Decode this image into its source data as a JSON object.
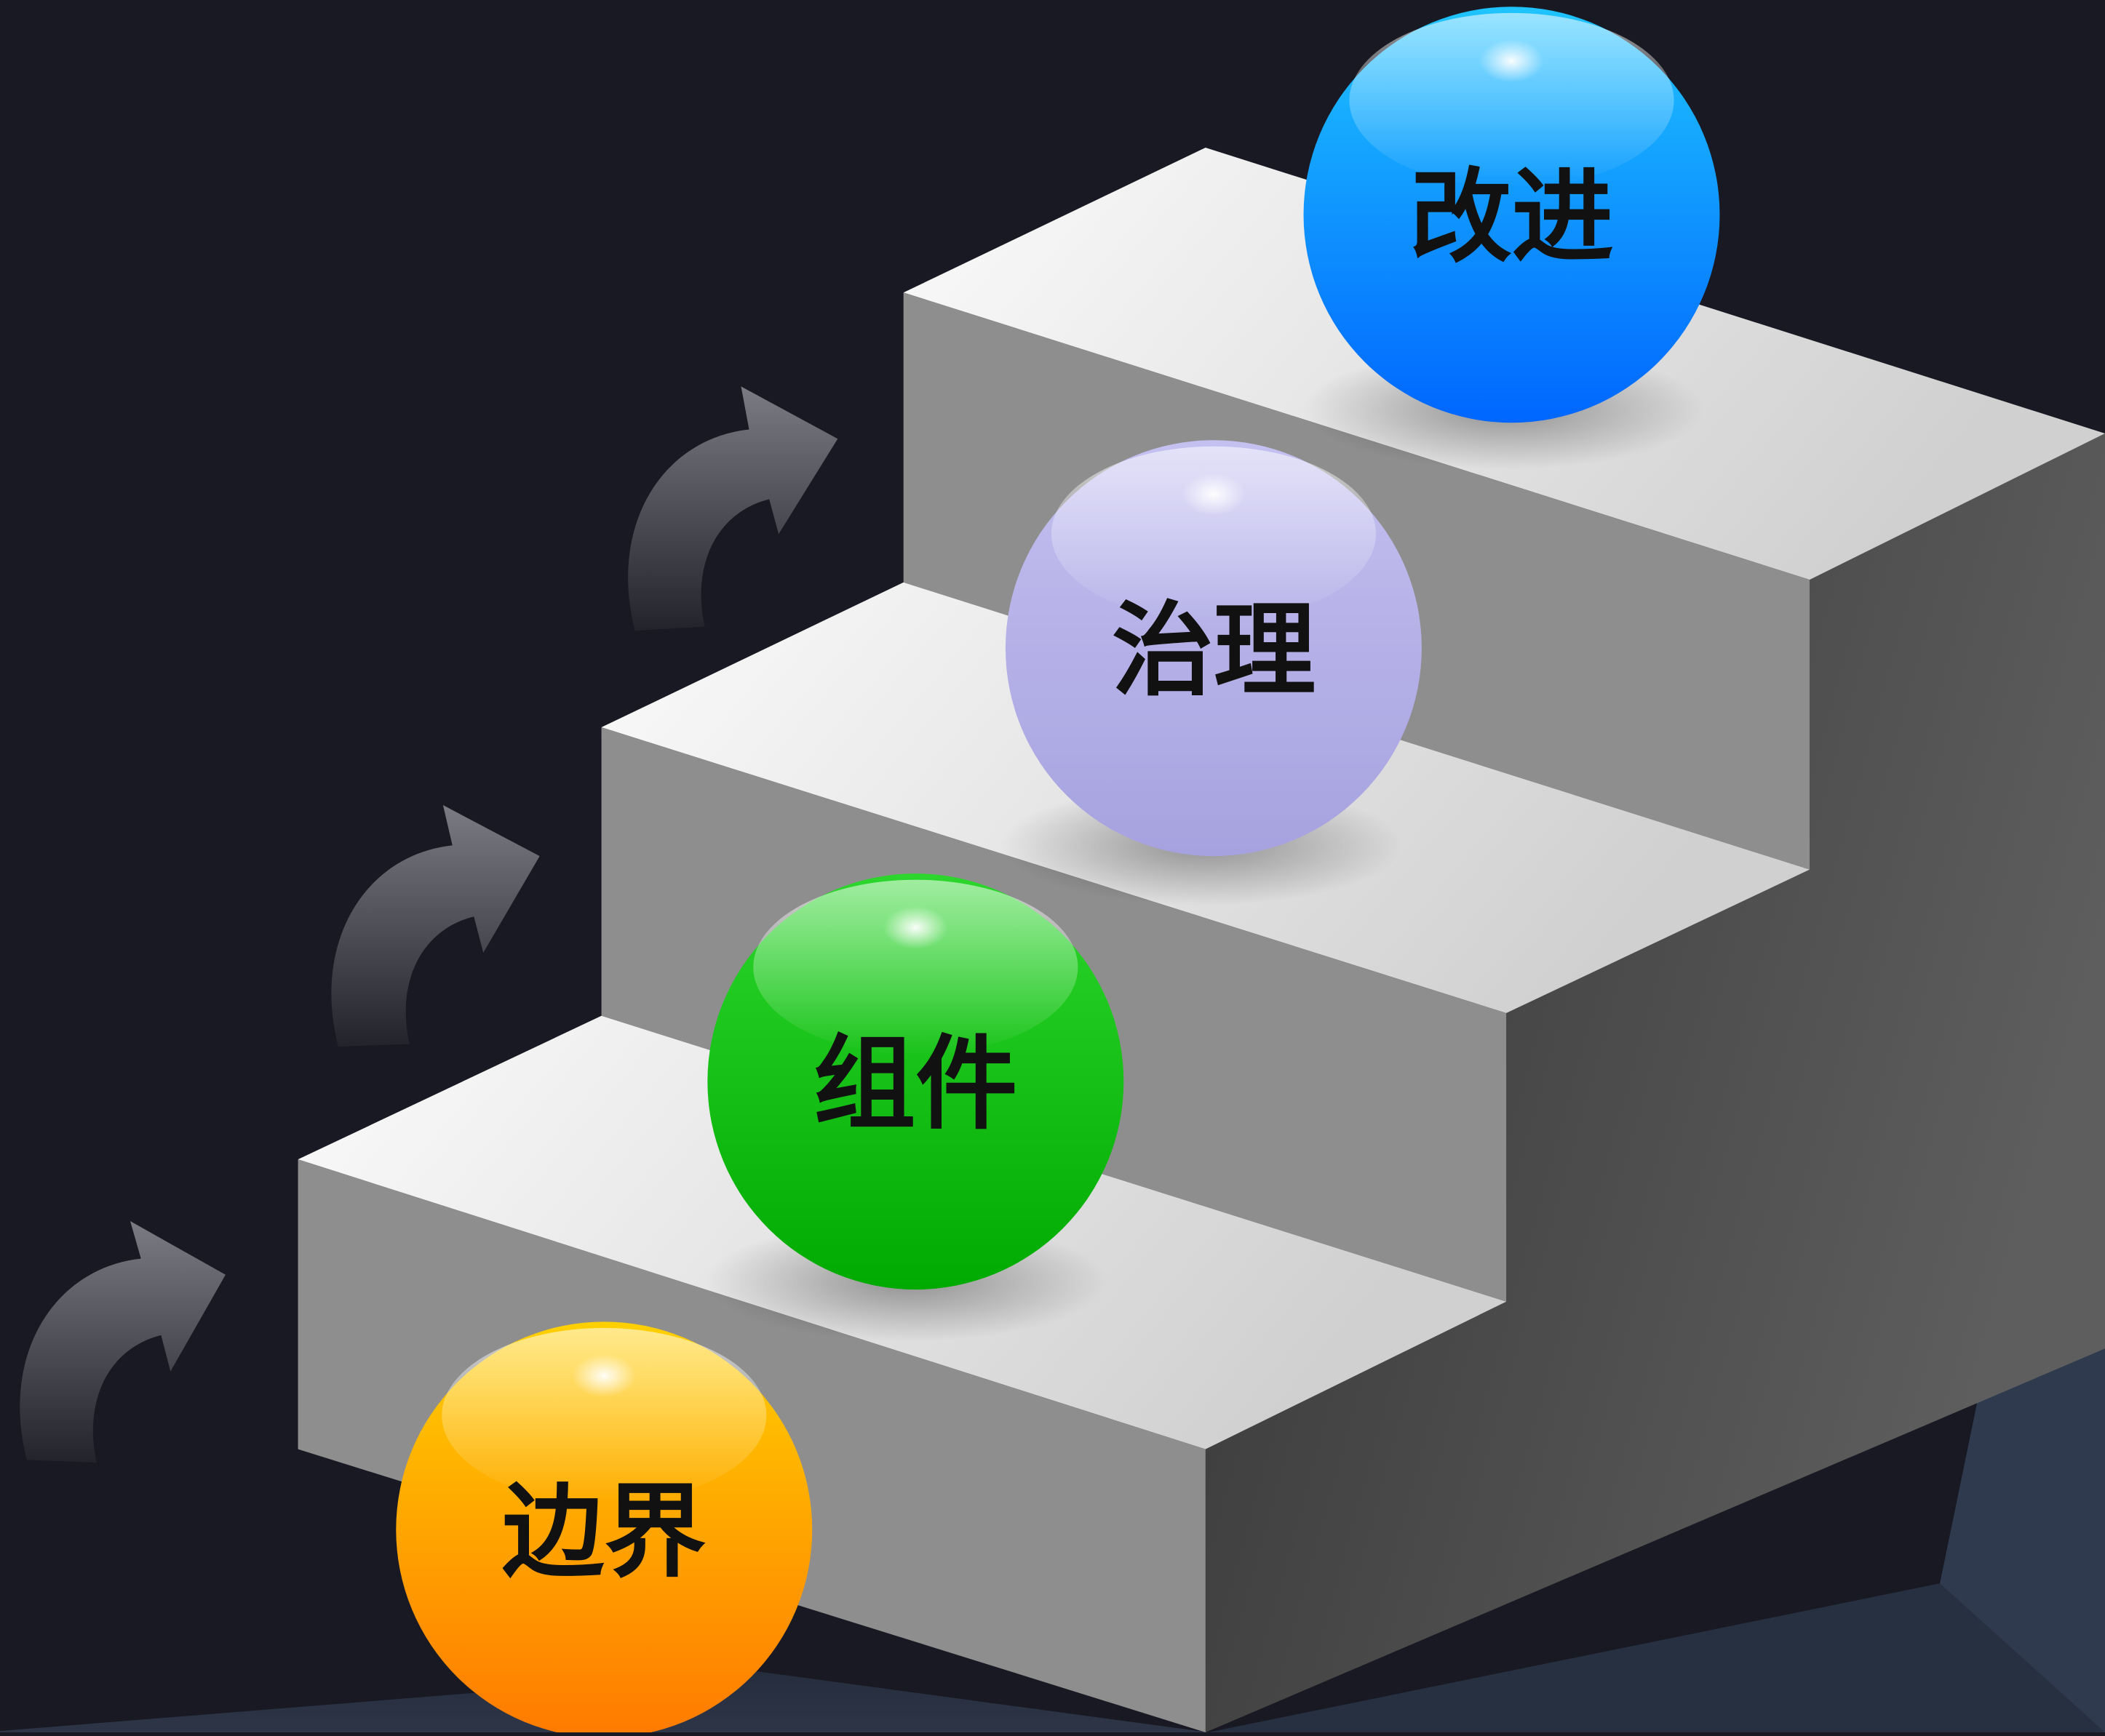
{
  "steps": [
    {
      "label": "边界",
      "color_top": "#ffd000",
      "color_bottom": "#ff7a00"
    },
    {
      "label": "组件",
      "color_top": "#2dd62d",
      "color_bottom": "#00aa00"
    },
    {
      "label": "治理",
      "color_top": "#c4c0f0",
      "color_bottom": "#a6a2df"
    },
    {
      "label": "改进",
      "color_top": "#1fc4ff",
      "color_bottom": "#0066ff"
    }
  ],
  "colors": {
    "background": "#181922",
    "floor": "#2b3344",
    "stair_top": "#f3f3f3",
    "stair_front": "#8e8e8e",
    "stair_side": "#4e4e4e",
    "arrow": "#6a6a73"
  },
  "icons": {
    "arrow": "curved-up-arrow-icon"
  }
}
